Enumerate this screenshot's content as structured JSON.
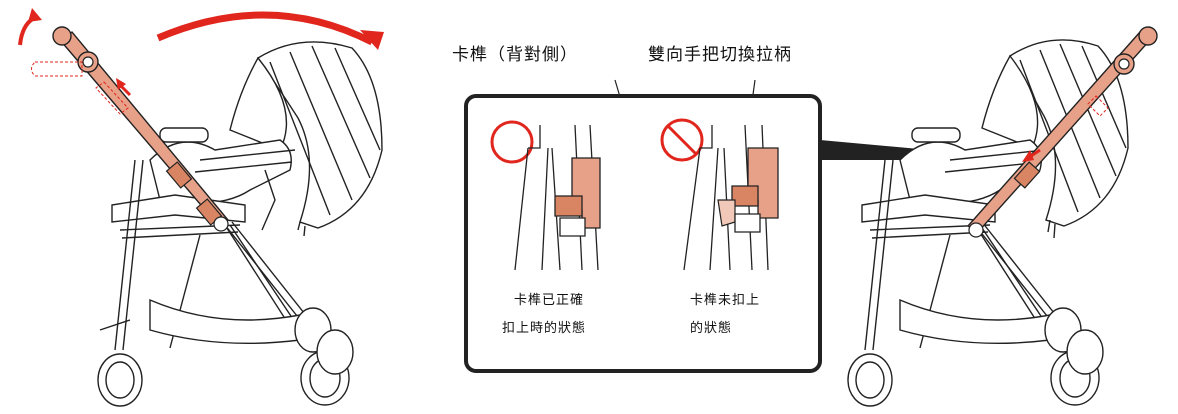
{
  "labels": {
    "latch_back_side": "卡榫（背對側）",
    "reversible_handle": "雙向手把切換拉柄"
  },
  "captions": {
    "correct_line1": "卡榫已正確",
    "correct_line2": "扣上時的狀態",
    "incorrect_line1": "卡榫未扣上",
    "incorrect_line2": "的狀態"
  },
  "colors": {
    "handle_fill": "#e8a189",
    "handle_dark": "#d98563",
    "arrow_red": "#e0261d",
    "line": "#222222",
    "callout_border": "#222222"
  },
  "icons": {
    "correct_mark": "circle-icon",
    "incorrect_mark": "prohibited-icon"
  }
}
